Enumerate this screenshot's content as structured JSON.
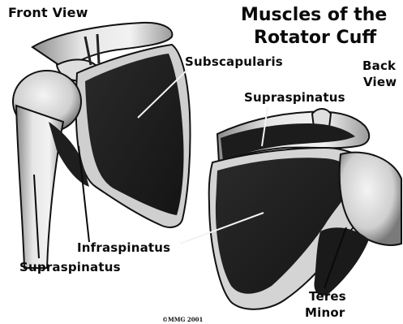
{
  "title": {
    "line1": "Muscles of the",
    "line2": "Rotator Cuff"
  },
  "views": {
    "front": "Front View",
    "back_line1": "Back",
    "back_line2": "View"
  },
  "labels": {
    "subscapularis": "Subscapularis",
    "supraspinatus_back": "Supraspinatus",
    "infraspinatus": "Infraspinatus",
    "supraspinatus_front": "Supraspinatus",
    "teres_line1": "Teres",
    "teres_line2": "Minor"
  },
  "copyright": "©MMG 2001",
  "colors": {
    "ink": "#0a0a0a",
    "muscle": "#1c1c1c",
    "bone": "#d9d9d9",
    "background": "#ffffff"
  }
}
